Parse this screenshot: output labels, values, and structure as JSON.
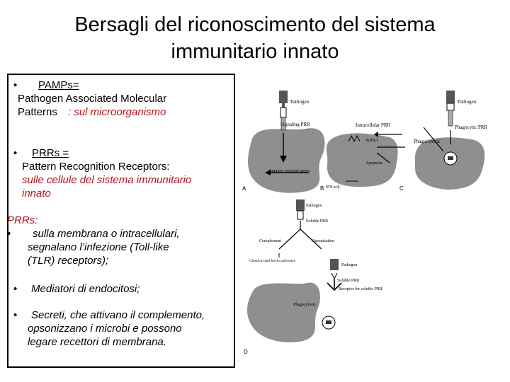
{
  "title": {
    "line1": "Bersagli del riconoscimento del sistema",
    "line2": "immunitario innato"
  },
  "bullet_char": "•",
  "pamps": {
    "label": "PAMPs=",
    "line2": "Pathogen Associated Molecular",
    "line3_prefix": "Patterns",
    "line3_suffix": ": sul microorganismo"
  },
  "prrs_def": {
    "label": "PRRs =",
    "line2": "Pattern Recognition Receptors:",
    "line3": "sulle cellule del sistema immunitario",
    "line4": "innato"
  },
  "prrs_list": {
    "heading": "PRRs:",
    "item1": [
      "sulla membrana o intracellulari,",
      "segnalano l’infezione (Toll-like",
      "(TLR) receptors);"
    ],
    "item2": [
      "Mediatori di endocitosi;"
    ],
    "item3": [
      "Secreti, che attivano il complemento,",
      "opsonizzano i microbi e possono",
      "legare recettori di membrana."
    ]
  },
  "figure": {
    "panel_labels": {
      "a": "A",
      "b": "B",
      "c": "C",
      "d": "D"
    },
    "panel_a": {
      "pathogen": "Pathogen",
      "signaling_prr": "Signaling PRR",
      "immune_genes": "Immune response genes"
    },
    "panel_b": {
      "intracellular_prr": "Intracellular PRR",
      "dsrna": "dsRNA",
      "apoptosis": "Apoptosis",
      "ifn": "IFN-α/β"
    },
    "panel_c": {
      "pathogen": "Pathogen",
      "phagocytic_prr": "Phagocytic PRR",
      "phagocytosis": "Phagocytosis"
    },
    "panel_d": {
      "pathogen_top": "Pathogen",
      "soluble_prr": "Soluble PRR",
      "complement": "Complement",
      "opsonization": "Opsonization",
      "lectin_pathways": "Classical and lectin pathways",
      "pathogen": "Pathogen",
      "soluble_prr2": "Soluble PRR",
      "receptor": "Receptor for soluble PRR",
      "phagocytosis": "Phagocytosis"
    }
  },
  "colors": {
    "red_text": "#b3131b",
    "cell_fill": "#8f8f8f"
  }
}
